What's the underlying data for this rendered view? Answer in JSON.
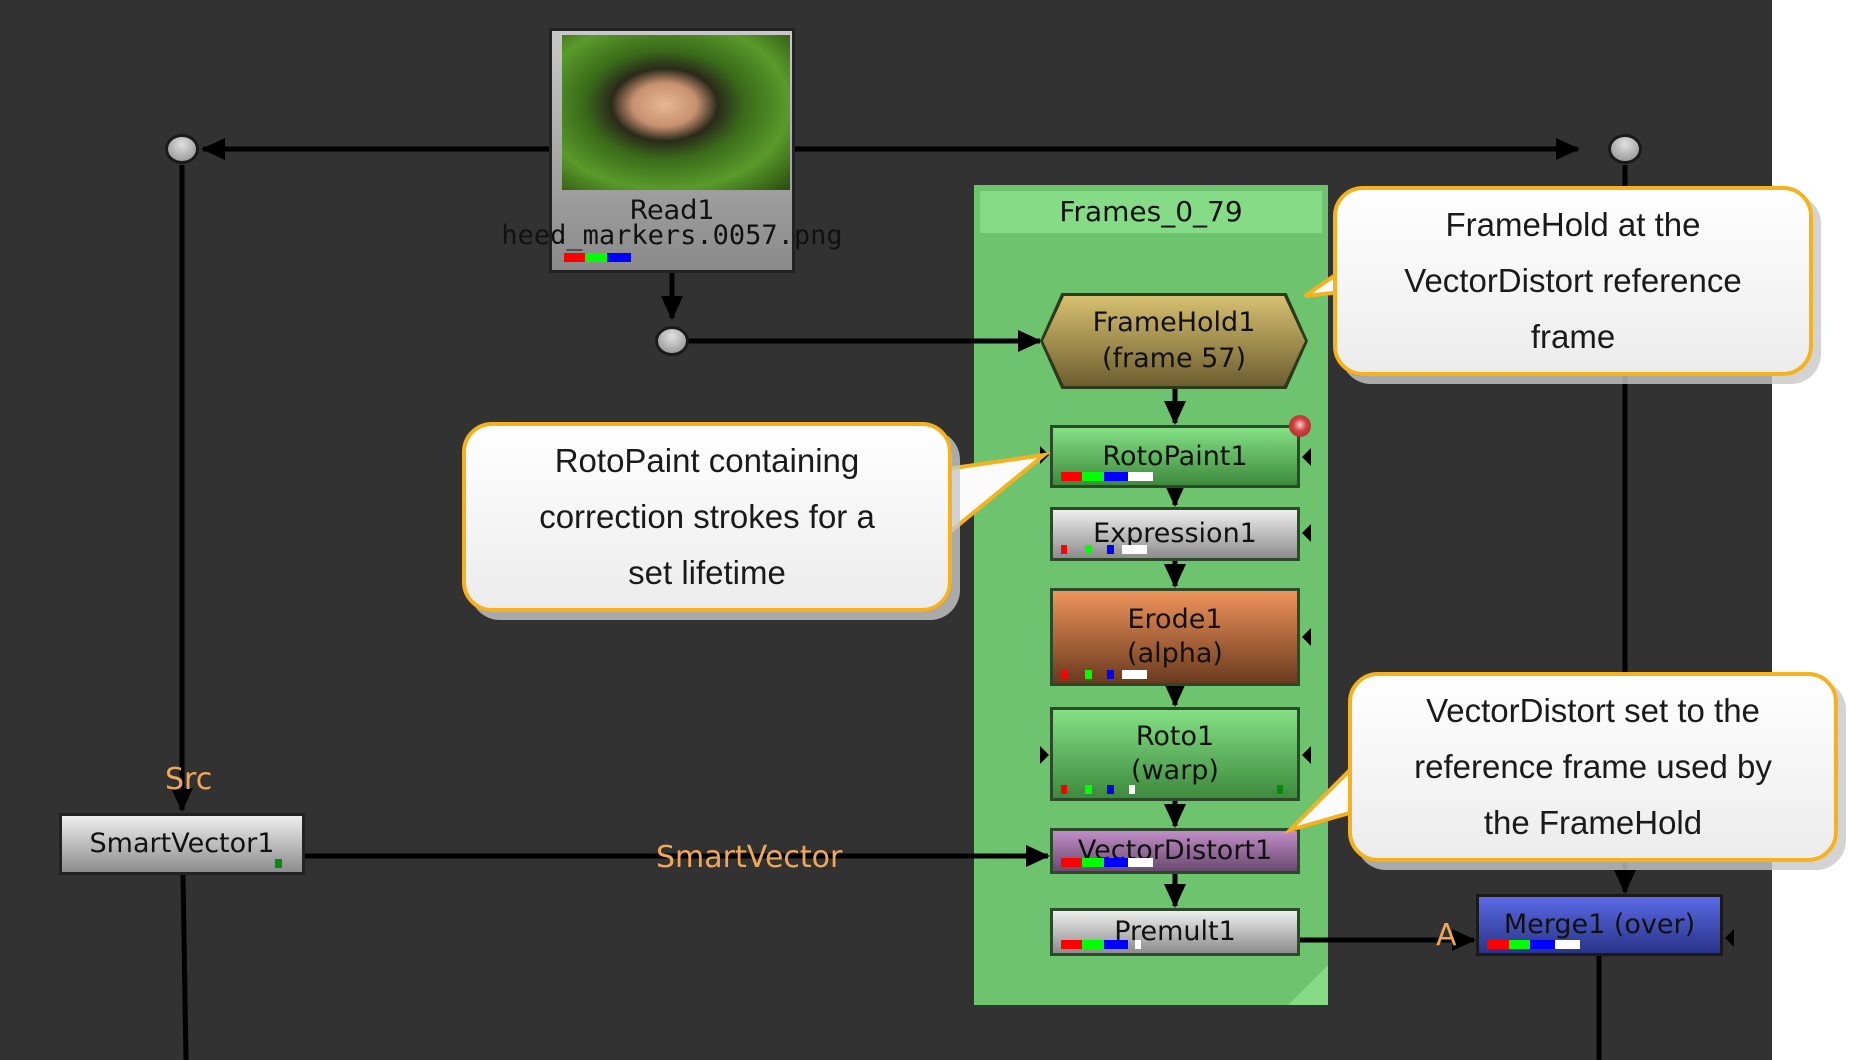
{
  "app": "Nuke Node Graph",
  "colors": {
    "canvas": "#323232",
    "backdrop": "#6ec46e",
    "callout_border": "#f5b21e",
    "edge_label": "#f0a858"
  },
  "backdrop": {
    "title": "Frames_0_79"
  },
  "nodes": {
    "read": {
      "name": "Read1",
      "file": "heed_markers.0057.png",
      "thumbnail": "woman-portrait-thumbnail"
    },
    "framehold": {
      "line1": "FrameHold1",
      "line2": "(frame 57)"
    },
    "rotopaint": {
      "name": "RotoPaint1",
      "badge": "warning-badge"
    },
    "expression": {
      "name": "Expression1"
    },
    "erode": {
      "line1": "Erode1",
      "line2": "(alpha)"
    },
    "roto": {
      "line1": "Roto1",
      "line2": "(warp)"
    },
    "vectordistort": {
      "name": "VectorDistort1"
    },
    "premult": {
      "name": "Premult1"
    },
    "merge": {
      "name": "Merge1 (over)"
    },
    "smartvector": {
      "name": "SmartVector1"
    }
  },
  "edge_labels": {
    "src": "Src",
    "smartvector": "SmartVector",
    "a_input": "A"
  },
  "callouts": {
    "framehold": "FrameHold at the VectorDistort reference frame",
    "framehold_lines": [
      "FrameHold at the",
      "VectorDistort reference",
      "frame"
    ],
    "rotopaint_lines": [
      "RotoPaint containing",
      "correction strokes for a",
      "set lifetime"
    ],
    "vectordistort_lines": [
      "VectorDistort set to the",
      "reference frame used by",
      "the FrameHold"
    ]
  }
}
